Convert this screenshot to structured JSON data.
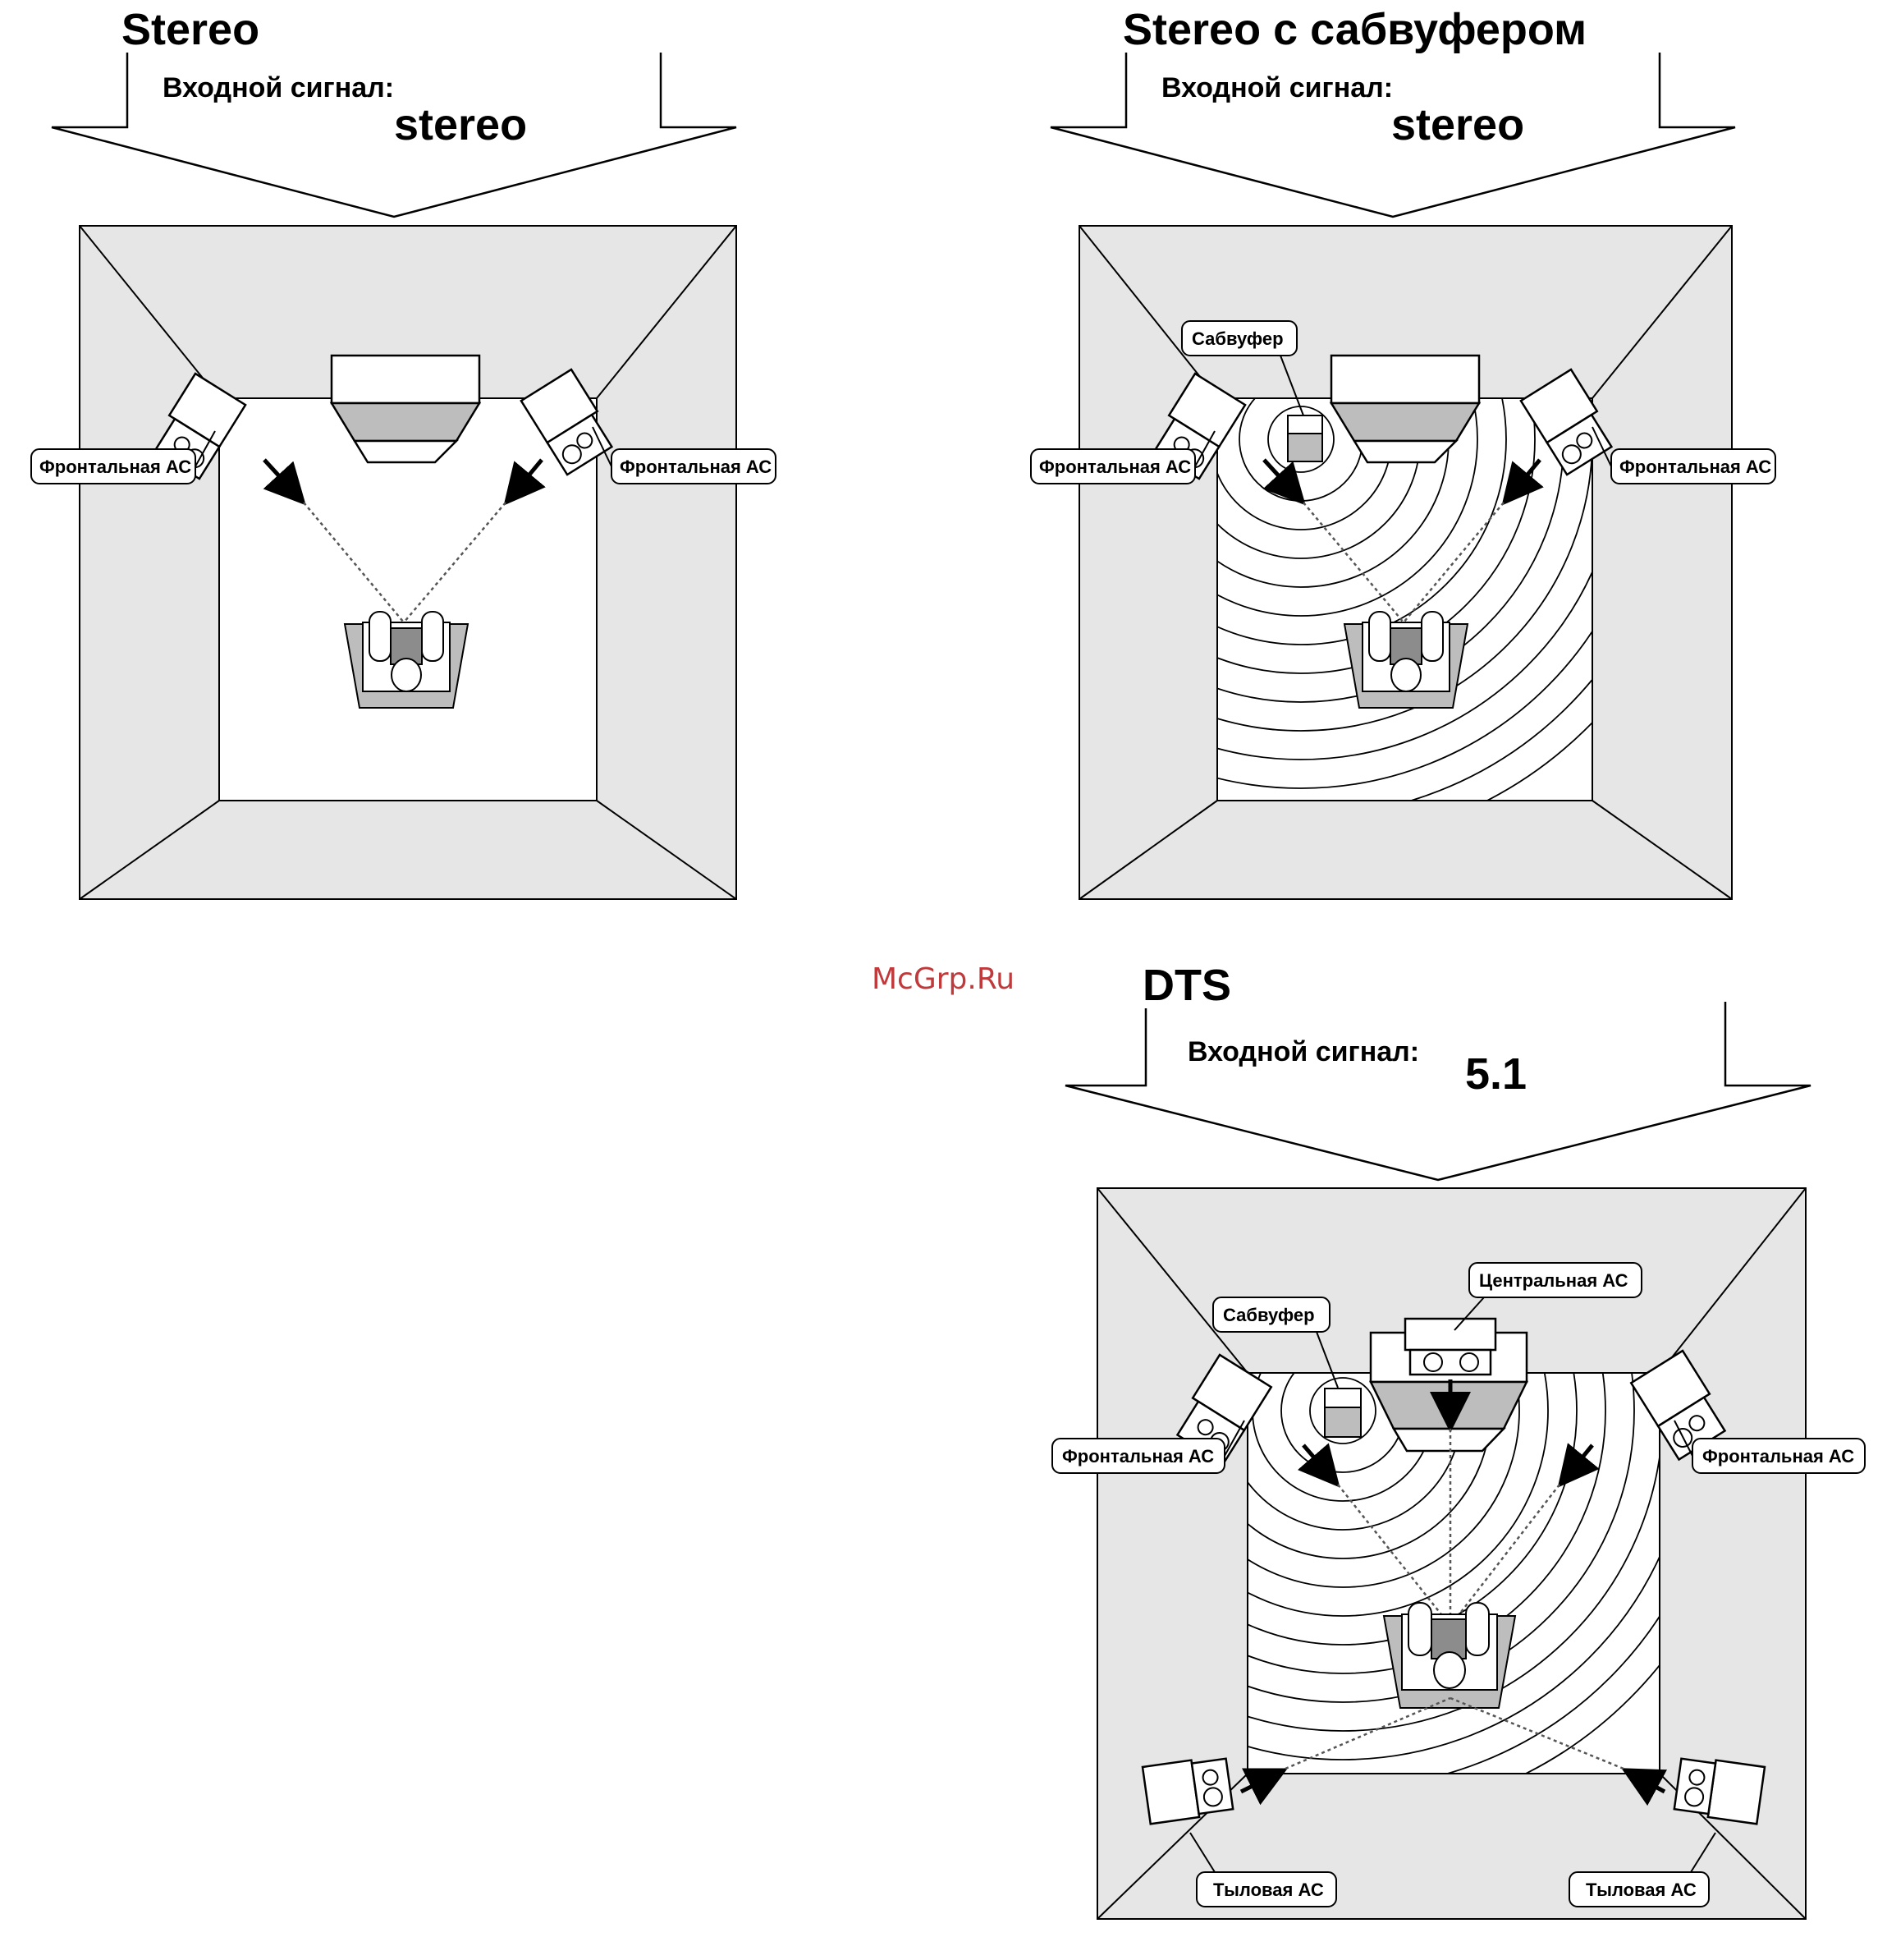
{
  "watermark": "McGrp.Ru",
  "colors": {
    "wall": "#e6e6e6",
    "floor": "#ffffff",
    "line": "#000000",
    "accent": "#c0393b",
    "chair": "#bdbdbd"
  },
  "diagrams": [
    {
      "id": "stereo",
      "title": "Stereo",
      "input_label": "Входной сигнал:",
      "input_value": "stereo",
      "labels": {
        "front_left": "Фронтальная АС",
        "front_right": "Фронтальная АС"
      }
    },
    {
      "id": "stereo-sub",
      "title": "Stereo с сабвуфером",
      "input_label": "Входной сигнал:",
      "input_value": "stereo",
      "labels": {
        "subwoofer": "Сабвуфер",
        "front_left": "Фронтальная АС",
        "front_right": "Фронтальная АС"
      }
    },
    {
      "id": "dts",
      "title": "DTS",
      "input_label": "Входной сигнал:",
      "input_value": "5.1",
      "labels": {
        "center": "Центральная АС",
        "subwoofer": "Сабвуфер",
        "front_left": "Фронтальная АС",
        "front_right": "Фронтальная АС",
        "rear_left": "Тыловая АС",
        "rear_right": "Тыловая АС"
      }
    }
  ]
}
